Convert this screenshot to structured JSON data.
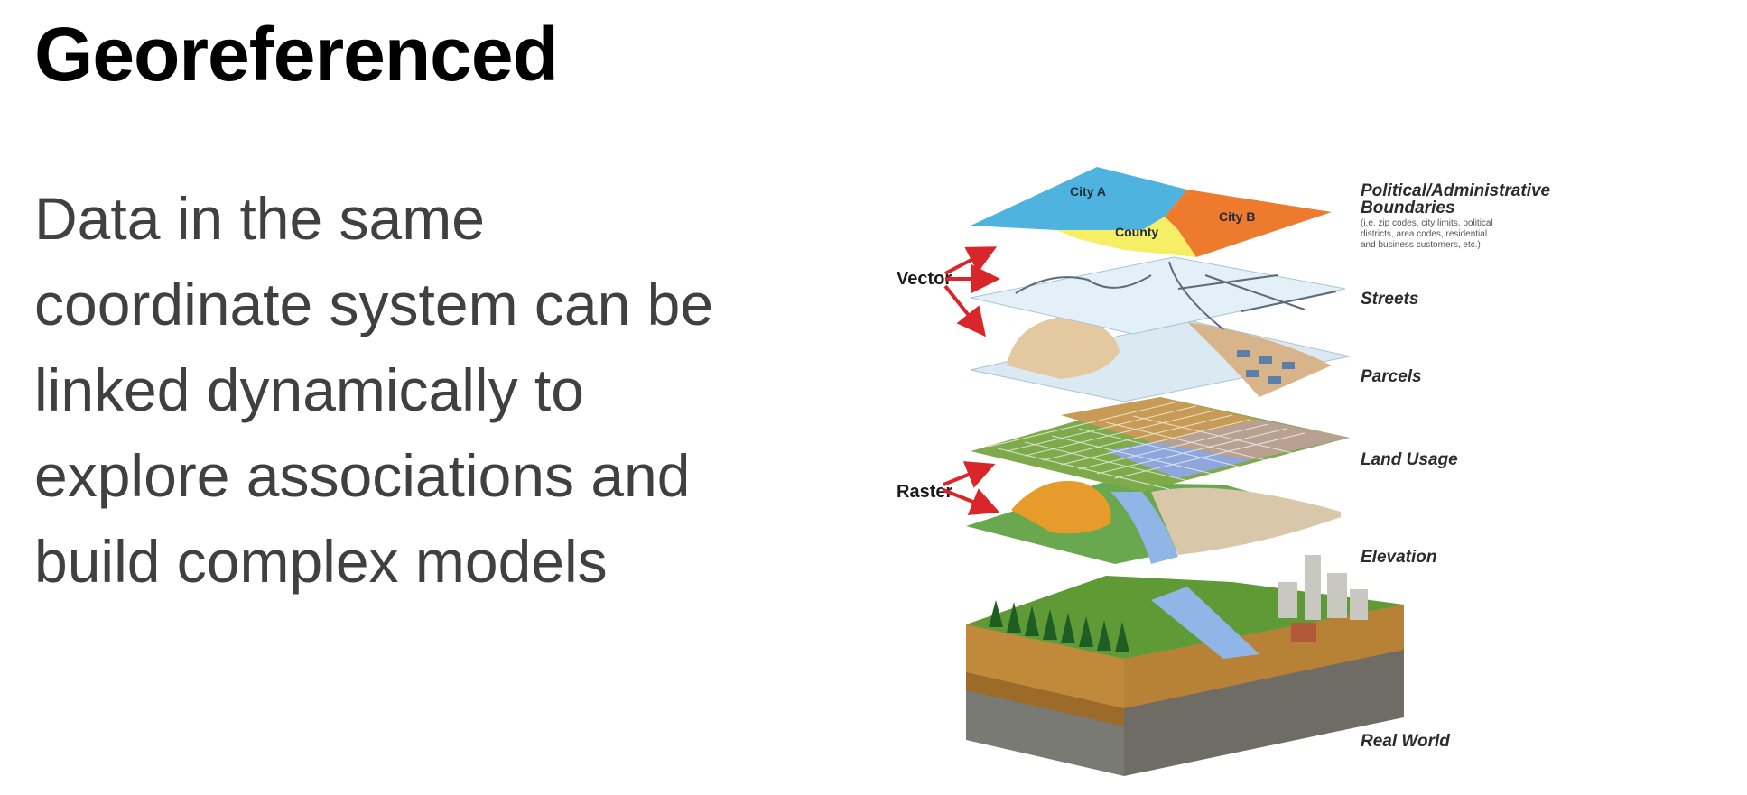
{
  "slide": {
    "title": "Georeferenced",
    "body_lines": [
      "Data in the same",
      "coordinate system can be",
      "linked dynamically to",
      "explore associations and",
      "build complex models"
    ]
  },
  "diagram": {
    "side_labels": {
      "vector": "Vector",
      "raster": "Raster"
    },
    "layers": {
      "political": {
        "label_line1": "Political/Administrative",
        "label_line2": "Boundaries",
        "note_line1": "(i.e. zip codes, city limits, political",
        "note_line2": "districts, area codes, residential",
        "note_line3": "and business customers, etc.)",
        "regions": {
          "city_a": "City A",
          "city_b": "City B",
          "county": "County"
        }
      },
      "streets": {
        "label": "Streets"
      },
      "parcels": {
        "label": "Parcels"
      },
      "land_usage": {
        "label": "Land Usage"
      },
      "elevation": {
        "label": "Elevation"
      },
      "real_world": {
        "label": "Real World"
      }
    },
    "colors": {
      "city_a": "#4fb3e0",
      "city_b": "#ee7a2e",
      "county": "#f6ef66",
      "arrow": "#d8262a"
    }
  }
}
